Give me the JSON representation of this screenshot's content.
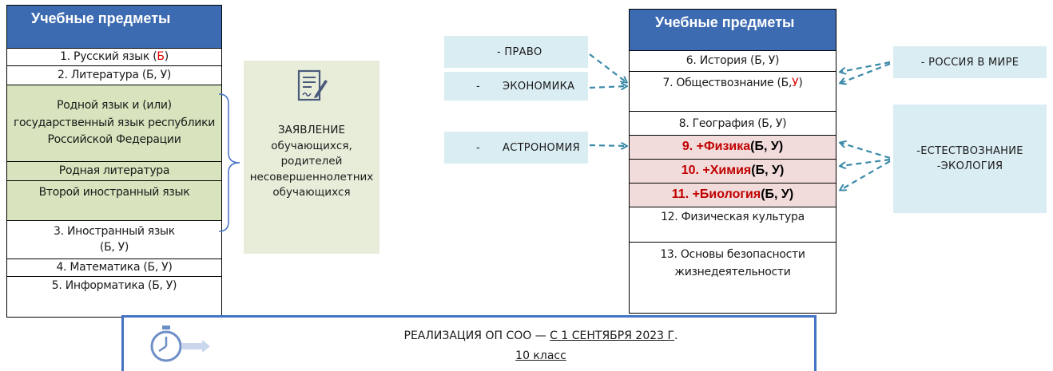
{
  "left_table": {
    "header": "Учебные предметы",
    "row1_text": "1. Русский язык (",
    "row1_red": "Б",
    "row1_end": ")",
    "row2": "2. Литература (Б, У)",
    "native_lang_1": "Родной язык и (или)",
    "native_lang_2": "государственный язык республики",
    "native_lang_3": "Российской Федерации",
    "native_lit": "Родная литература",
    "second_lang": "Второй иностранный язык",
    "foreign_1": "3. Иностранный язык",
    "foreign_2": "(Б, У)",
    "math": "4. Математика (Б, У)",
    "informatics": "5. Информатика (Б, У)"
  },
  "statement": {
    "line1": "ЗАЯВЛЕНИЕ",
    "line2": "обучающихся,",
    "line3": "родителей",
    "line4": "несовершеннолетних",
    "line5": "обучающихся"
  },
  "right_table": {
    "header": "Учебные предметы",
    "history": "6. История (Б, У)",
    "social_text": "7. Обществознание (Б, ",
    "social_red": "У",
    "social_end": ")",
    "geography": "8. География (Б, У)",
    "physics_red": "9. +Физика",
    "physics_end": " (Б, У)",
    "chemistry_red": "10. +Химия",
    "chemistry_end": " (Б, У)",
    "biology_red": "11. +Биология",
    "biology_end": " (Б, У)",
    "pe": "12. Физическая культура",
    "safety_1": "13. Основы безопасности",
    "safety_2": "жизнедеятельности"
  },
  "side_boxes": {
    "pravo": "- ПРАВО",
    "econ_dash": "-",
    "econ": "ЭКОНОМИКА",
    "astro_dash": "-",
    "astro": "АСТРОНОМИЯ",
    "russia": "- РОССИЯ В МИРЕ",
    "nature_1": "-ЕСТЕСТВОЗНАНИЕ",
    "nature_2": "-ЭКОЛОГИЯ"
  },
  "banner": {
    "line1_a": "РЕАЛИЗАЦИЯ ОП СОО — ",
    "line1_b": "С 1 СЕНТЯБРЯ 2023 Г",
    "line1_c": ".",
    "line2": "10 класс"
  },
  "colors": {
    "header_blue": "#3d6bb1",
    "green_rows": "#d7e4bd",
    "pink_rows": "#f2dcdb",
    "side_box": "#daedf3",
    "arrow": "#3a8aa8",
    "accent_red": "#c00000"
  }
}
